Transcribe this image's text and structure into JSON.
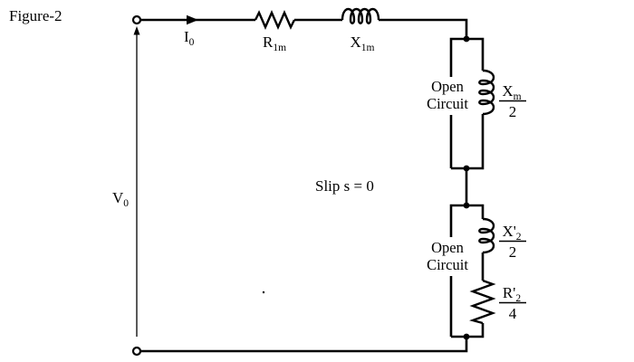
{
  "figure_label": "Figure-2",
  "annotation": "Slip s = 0",
  "colors": {
    "ink": "#000000",
    "background": "#ffffff"
  },
  "terminals": {
    "voltage": {
      "base": "V",
      "sub": "0"
    },
    "current": {
      "base": "I",
      "sub": "0"
    }
  },
  "series_branch": {
    "resistor": {
      "base": "R",
      "sub": "1m"
    },
    "inductor": {
      "base": "X",
      "sub": "1m"
    }
  },
  "magnetizing_branch": {
    "open_label": {
      "line1": "Open",
      "line2": "Circuit"
    },
    "inductor": {
      "num_base": "X",
      "num_sub": "m",
      "den": "2"
    }
  },
  "rotor_branch": {
    "open_label": {
      "line1": "Open",
      "line2": "Circuit"
    },
    "inductor": {
      "num_base": "X'",
      "num_sub": "2",
      "den": "2"
    },
    "resistor": {
      "num_base": "R'",
      "num_sub": "2",
      "den": "4"
    }
  }
}
